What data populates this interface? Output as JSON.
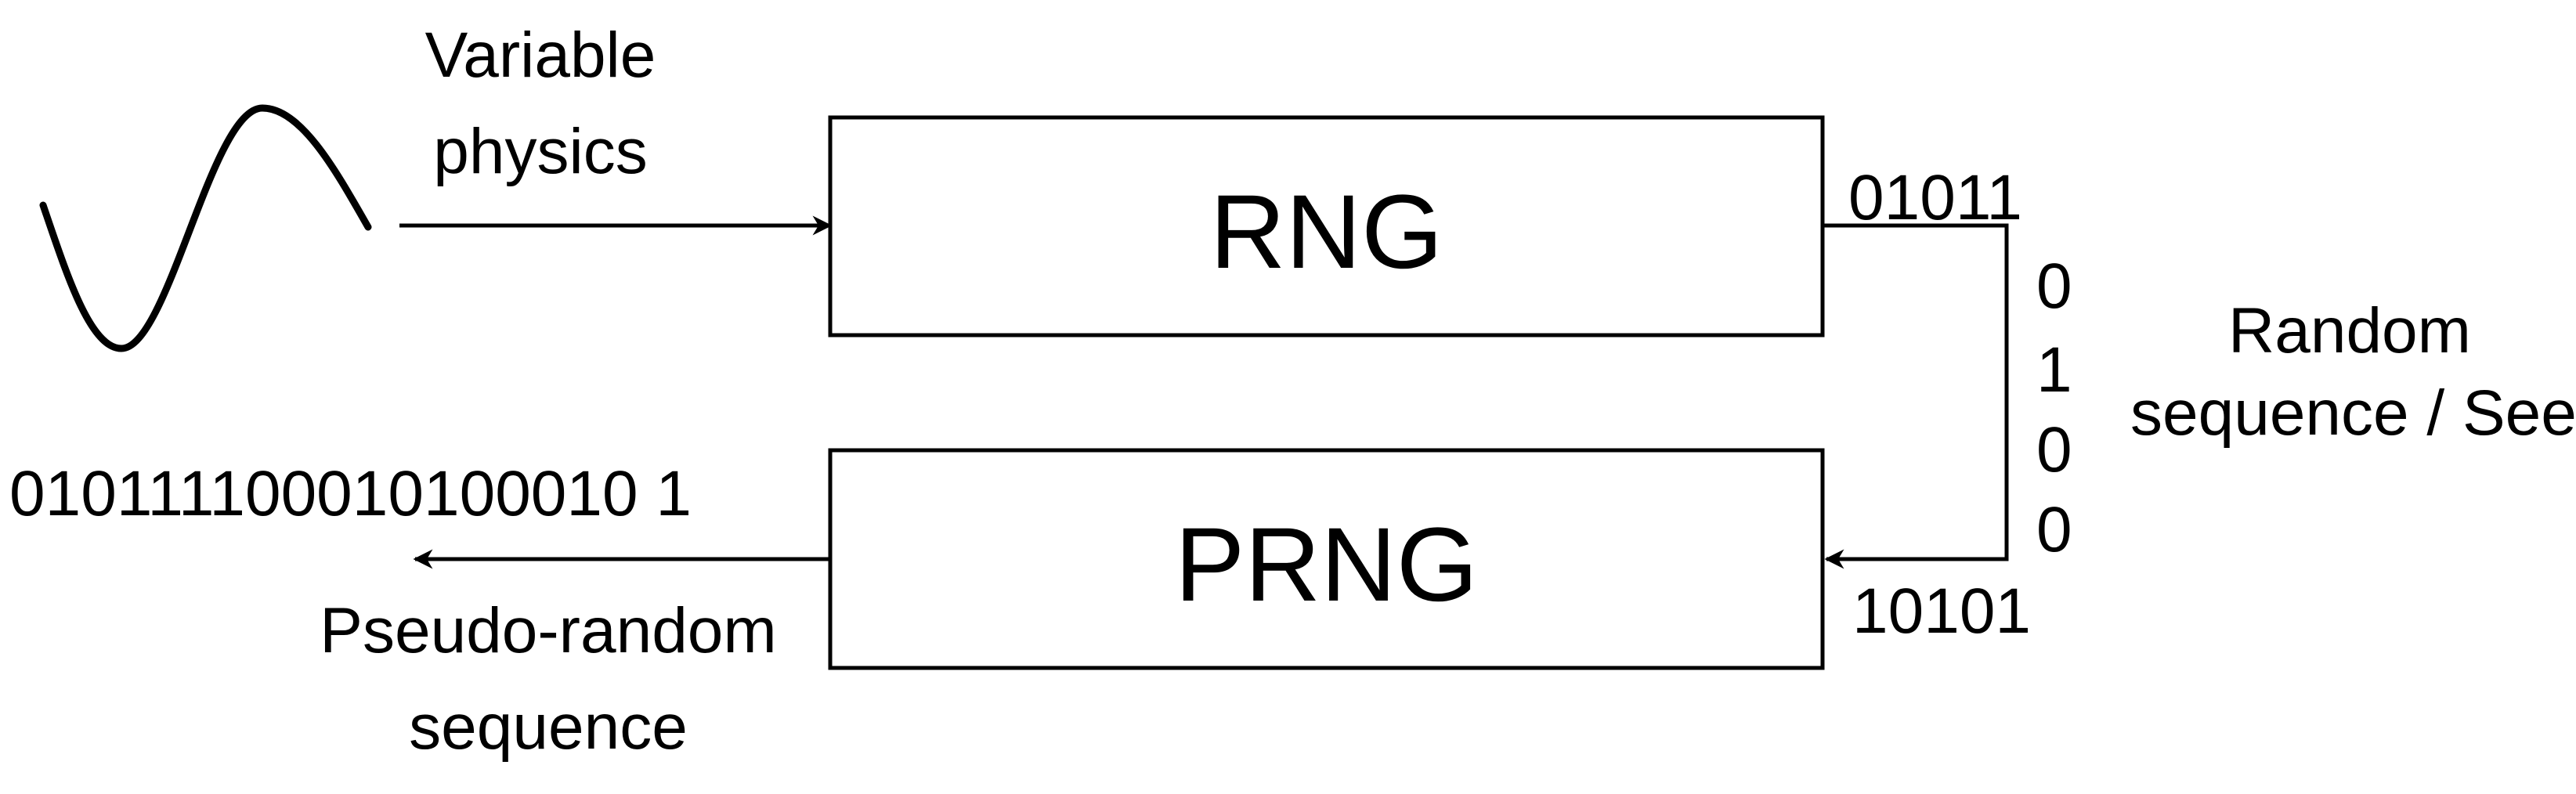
{
  "input_label": [
    "Variable",
    "physics"
  ],
  "rng_block": "RNG",
  "prng_block": "PRNG",
  "rng_output_bits": "01011",
  "vertical_bits": [
    "0",
    "1",
    "0",
    "0"
  ],
  "prng_input_bits": "10101",
  "seed_label": [
    "Random",
    "sequence / Seed"
  ],
  "output_bits": "010111100010100010 1",
  "output_label": [
    "Pseudo-random",
    "sequence"
  ],
  "colors": {
    "stroke": "#000000",
    "background": "#ffffff"
  },
  "icons": {
    "input_wave": "sine-wave-icon"
  }
}
